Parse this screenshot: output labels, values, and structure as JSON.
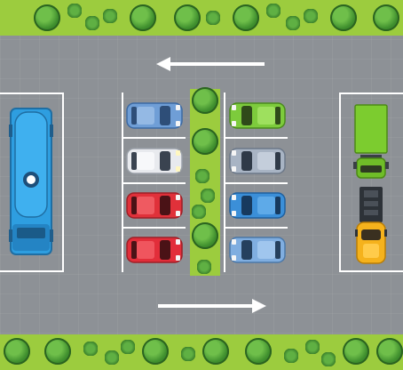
{
  "scene": {
    "type": "parking-lot",
    "traffic_arrows": [
      {
        "direction": "left",
        "lane": "top"
      },
      {
        "direction": "right",
        "lane": "bottom"
      }
    ],
    "colors": {
      "asphalt": "#8d9196",
      "grass": "#9ccc3e",
      "stripe": "#ffffff"
    },
    "vehicles": [
      {
        "id": "bus-blue",
        "kind": "bus",
        "color": "#2e9ee0",
        "facing": "down"
      },
      {
        "id": "car-light-blue",
        "kind": "car",
        "color": "#6f9ed6",
        "facing": "right"
      },
      {
        "id": "car-white",
        "kind": "car",
        "color": "#e8eaee",
        "facing": "right"
      },
      {
        "id": "car-red-1",
        "kind": "car",
        "color": "#e0313a",
        "facing": "right"
      },
      {
        "id": "car-red-2",
        "kind": "car",
        "color": "#e22e3a",
        "facing": "right"
      },
      {
        "id": "car-green",
        "kind": "car",
        "color": "#7dcb3c",
        "facing": "left"
      },
      {
        "id": "car-silver",
        "kind": "car",
        "color": "#a8b4c4",
        "facing": "left"
      },
      {
        "id": "car-blue",
        "kind": "car",
        "color": "#3b8fd8",
        "facing": "left"
      },
      {
        "id": "car-sky-blue",
        "kind": "car",
        "color": "#80aee0",
        "facing": "left"
      },
      {
        "id": "truck-green",
        "kind": "truck",
        "color": "#7ccc2f",
        "facing": "down"
      },
      {
        "id": "tow-truck-yellow",
        "kind": "tow-truck",
        "color": "#f5b21c",
        "facing": "down"
      }
    ]
  }
}
